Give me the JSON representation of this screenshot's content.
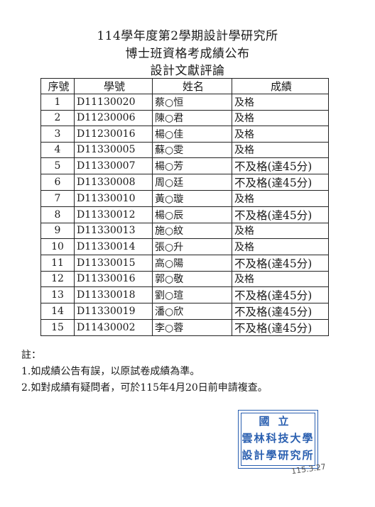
{
  "header": {
    "line1": "114學年度第2學期設計學研究所",
    "line2": "博士班資格考成績公布",
    "line3": "設計文獻評論"
  },
  "table": {
    "columns": [
      "序號",
      "學號",
      "姓名",
      "成績"
    ],
    "rows": [
      {
        "seq": "1",
        "id": "D11130020",
        "name": "蔡○恒",
        "grade": "及格"
      },
      {
        "seq": "2",
        "id": "D11230006",
        "name": "陳○君",
        "grade": "及格"
      },
      {
        "seq": "3",
        "id": "D11230016",
        "name": "楊○佳",
        "grade": "及格"
      },
      {
        "seq": "4",
        "id": "D11330005",
        "name": "蘇○雯",
        "grade": "及格"
      },
      {
        "seq": "5",
        "id": "D11330007",
        "name": "楊○芳",
        "grade": "不及格(達45分)"
      },
      {
        "seq": "6",
        "id": "D11330008",
        "name": "周○廷",
        "grade": "不及格(達45分)"
      },
      {
        "seq": "7",
        "id": "D11330010",
        "name": "黃○璇",
        "grade": "及格"
      },
      {
        "seq": "8",
        "id": "D11330012",
        "name": "楊○辰",
        "grade": "不及格(達45分)"
      },
      {
        "seq": "9",
        "id": "D11330013",
        "name": "施○紋",
        "grade": "及格"
      },
      {
        "seq": "10",
        "id": "D11330014",
        "name": "張○升",
        "grade": "及格"
      },
      {
        "seq": "11",
        "id": "D11330015",
        "name": "高○陽",
        "grade": "不及格(達45分)"
      },
      {
        "seq": "12",
        "id": "D11330016",
        "name": "郭○敬",
        "grade": "及格"
      },
      {
        "seq": "13",
        "id": "D11330018",
        "name": "劉○瑄",
        "grade": "不及格(達45分)"
      },
      {
        "seq": "14",
        "id": "D11330019",
        "name": "潘○欣",
        "grade": "不及格(達45分)"
      },
      {
        "seq": "15",
        "id": "D11430002",
        "name": "李○蓉",
        "grade": "不及格(達45分)"
      }
    ]
  },
  "notes": {
    "heading": "註：",
    "items": [
      "1.如成績公告有誤，以原試卷成績為準。",
      "2.如對成績有疑問者，可於115年4月20日前申請複查。"
    ]
  },
  "stamp": {
    "line1": "國立",
    "line2": "雲林科技大學",
    "line3": "設計學研究所",
    "color": "#2a5fb0"
  },
  "handwritten_date": "115.3.27"
}
